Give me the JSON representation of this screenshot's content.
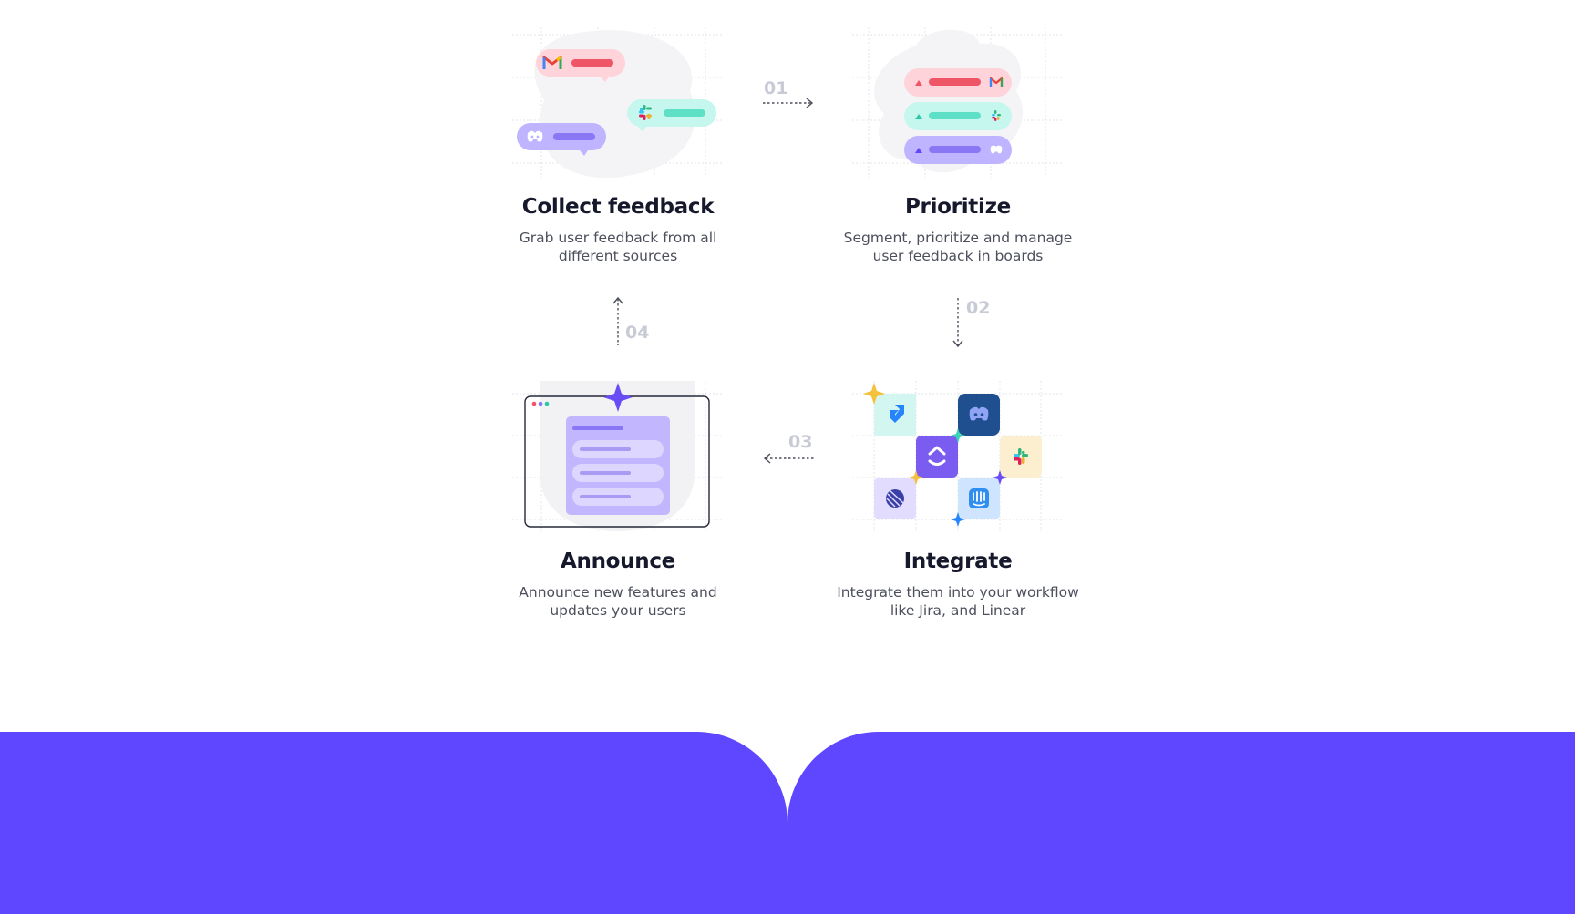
{
  "steps": [
    {
      "id": "collect",
      "title": "Collect feedback",
      "desc_line1": "Grab user feedback from all",
      "desc_line2": "different sources"
    },
    {
      "id": "prioritize",
      "title": "Prioritize",
      "desc_line1": "Segment, prioritize and manage",
      "desc_line2": "user feedback in boards"
    },
    {
      "id": "integrate",
      "title": "Integrate",
      "desc_line1": "Integrate them into your workflow",
      "desc_line2": "like Jira, and Linear"
    },
    {
      "id": "announce",
      "title": "Announce",
      "desc_line1": "Announce new features and",
      "desc_line2": "updates your users"
    }
  ],
  "connectors": [
    "01",
    "02",
    "03",
    "04"
  ],
  "colors": {
    "brand": "#5f46ff",
    "title": "#16182b",
    "text": "#4c4f5c",
    "pink": "#ffd3da",
    "pink_bar": "#ee5566",
    "mint": "#c6f7ee",
    "mint_bar": "#5ee0c6",
    "lavender": "#bfb4ff",
    "lavender_bar": "#8a77f5",
    "step_number": "#c8cad6"
  },
  "icons": [
    "gmail-icon",
    "slack-icon",
    "discord-icon",
    "jira-icon",
    "clickup-icon",
    "linear-icon",
    "intercom-icon",
    "sparkle-icon",
    "arrow-right-icon",
    "arrow-down-icon",
    "arrow-left-icon",
    "arrow-up-icon"
  ]
}
